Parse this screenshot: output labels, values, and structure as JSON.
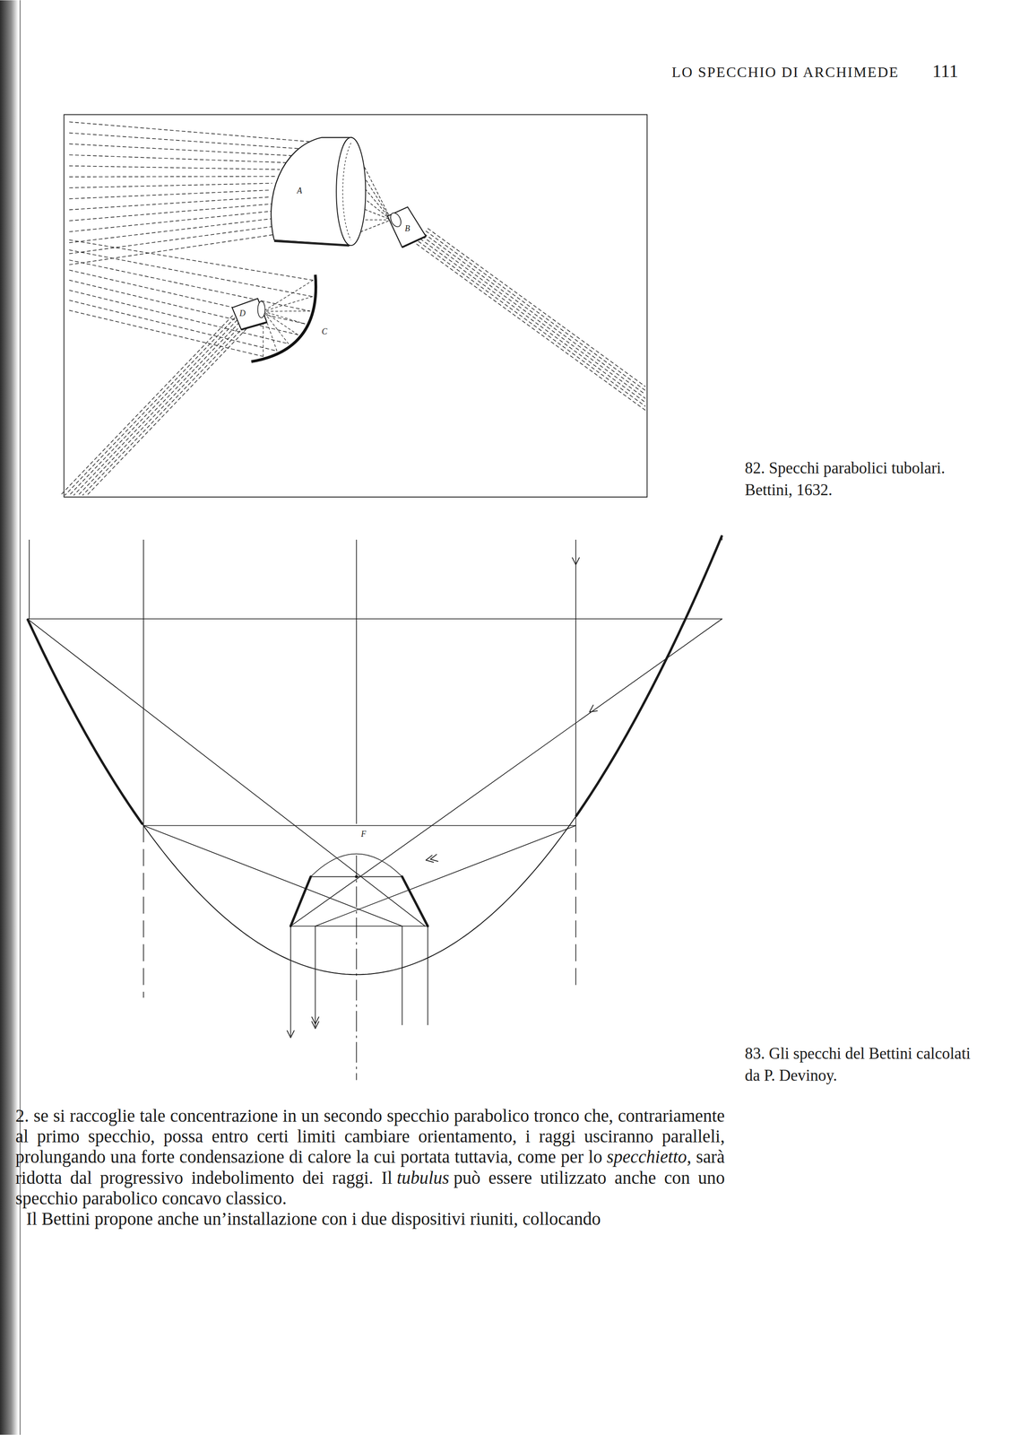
{
  "diagram": {
    "labels": [
      "LO SPECCHIO DI ARCHIMEDE",
      "111",
      "A",
      "B",
      "C",
      "D",
      "82. Specchi parabolici tubolari. Bettini, 1632.",
      "F",
      "83. Gli specchi del Bettini calcolati da P. Devinoy.",
      "2. se si raccoglie tale concentrazione in un secondo specchio parabolico tronco che, contrariamente al primo specchio, possa entro certi limiti cambiare orientamento, i raggi usciranno paralleli, prolungando una forte condensazione di calore la cui portata tuttavia, come per lo",
      "specchietto",
      ", sarà ridotta dal progressivo indebolimento dei raggi. Il",
      "tubulus",
      "può essere utilizzato anche con uno specchio parabolico concavo classico.",
      "Il Bettini propone anche un’installazione con i due dispositivi riuniti, collocando"
    ]
  }
}
